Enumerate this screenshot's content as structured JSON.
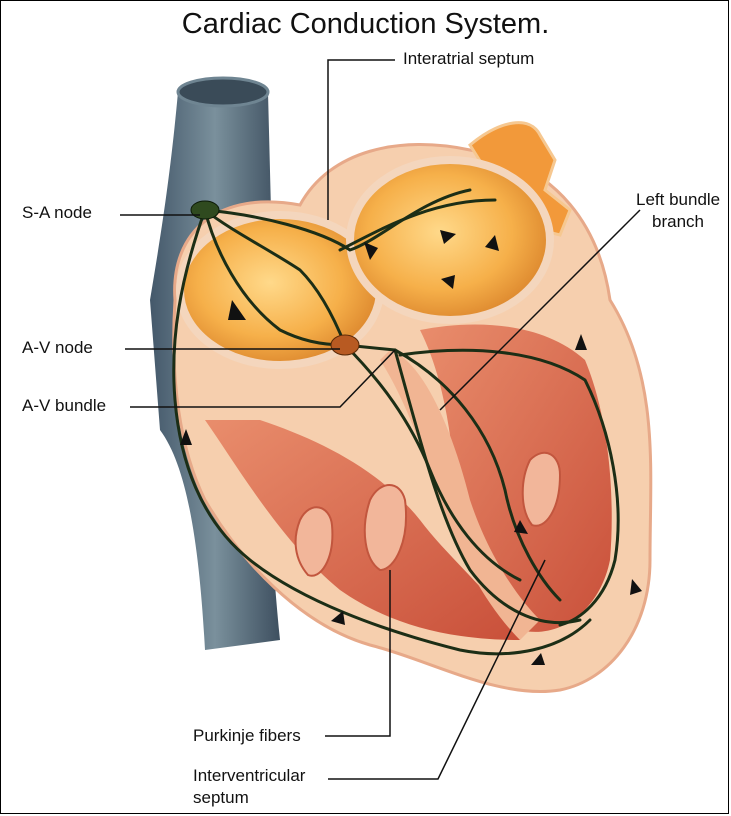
{
  "title": "Cardiac Conduction System.",
  "labels": {
    "interatrial_septum": "Interatrial septum",
    "sa_node": "S-A node",
    "left_bundle_branch_line1": "Left bundle",
    "left_bundle_branch_line2": "branch",
    "av_node": "A-V node",
    "av_bundle": "A-V bundle",
    "purkinje_fibers": "Purkinje fibers",
    "interventricular_septum_line1": "Interventricular",
    "interventricular_septum_line2": "septum"
  },
  "colors": {
    "vena_cava": "#5d7380",
    "atrium_orange": "#f0a640",
    "myocardium": "#d9654a",
    "pericardium": "#f6cfae",
    "conduction_fibers": "#1c2e16",
    "leader_lines": "#111111"
  }
}
